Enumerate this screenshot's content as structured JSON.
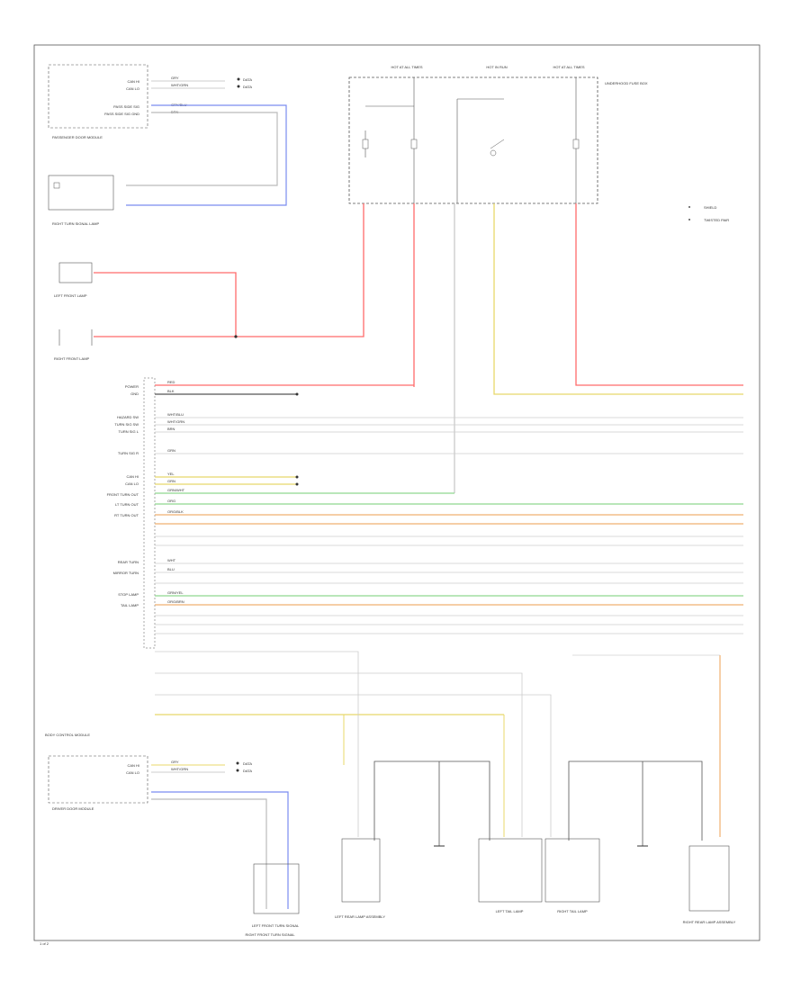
{
  "diagram": {
    "fuse_headers": [
      "HOT AT ALL TIMES",
      "HOT IN RUN",
      "HOT AT ALL TIMES"
    ],
    "fuse_box_label": "UNDERHOOD FUSE BOX",
    "legend": {
      "items": [
        "SHIELD",
        "TWISTED PAIR"
      ],
      "colors": {
        "power": "#ff6b6b",
        "ground": "#555555",
        "can_hi": "#e8d86a",
        "can_lo": "#8fd88f",
        "orange": "#f0b070",
        "blue": "#7a8cf0",
        "grey": "#bbbbbb"
      }
    },
    "passenger_module": {
      "label": "PASSENGER DOOR MODULE",
      "pins": [
        {
          "name": "CAN HI",
          "color": "GRY",
          "tag": "DATA"
        },
        {
          "name": "CAN LO",
          "color": "WHT/GRN",
          "tag": "DATA"
        },
        {
          "name": "PASS SIDE SIG",
          "color": "GRY/BLU",
          "tag": ""
        },
        {
          "name": "PASS SIDE SIG GND",
          "color": "BRN",
          "tag": ""
        }
      ]
    },
    "right_turn_signal": "RIGHT TURN SIGNAL LAMP",
    "left_front_lamp": "LEFT FRONT LAMP",
    "right_front_lamp": "RIGHT FRONT LAMP",
    "bcm_label": "BODY CONTROL MODULE",
    "bcm_pins": [
      {
        "name": "POWER",
        "color": "RED"
      },
      {
        "name": "GND",
        "color": "BLK"
      },
      {
        "name": "HAZARD SW",
        "color": "WHT/BLU"
      },
      {
        "name": "TURN SIG SW",
        "color": "WHT/GRN"
      },
      {
        "name": "TURN SIG L",
        "color": "BRN"
      },
      {
        "name": "TURN SIG R",
        "color": "GRN"
      },
      {
        "name": "CAN HI",
        "color": "YEL"
      },
      {
        "name": "CAN LO",
        "color": "GRN"
      },
      {
        "name": "FRONT TURN OUT",
        "color": "GRN/WHT"
      },
      {
        "name": "LT TURN OUT",
        "color": "ORG"
      },
      {
        "name": "RT TURN OUT",
        "color": "ORG/BLK"
      },
      {
        "name": "REAR TURN",
        "color": "WHT"
      },
      {
        "name": "MIRROR TURN",
        "color": "BLU"
      },
      {
        "name": "STOP LAMP",
        "color": "GRN/YEL"
      },
      {
        "name": "TAIL LAMP",
        "color": "ORG/BRN"
      }
    ],
    "driver_module": {
      "label": "DRIVER DOOR MODULE",
      "pins": [
        {
          "name": "CAN HI",
          "color": "GRY",
          "tag": "DATA"
        },
        {
          "name": "CAN LO",
          "color": "WHT/GRN",
          "tag": "DATA"
        }
      ]
    },
    "bottom_components": [
      "LEFT FRONT TURN SIGNAL",
      "LEFT REAR LAMP ASSEMBLY",
      "LEFT TAIL LAMP",
      "RIGHT TAIL LAMP",
      "RIGHT REAR LAMP ASSEMBLY",
      "RIGHT FRONT TURN SIGNAL"
    ],
    "footer_left": "1 of 2"
  }
}
